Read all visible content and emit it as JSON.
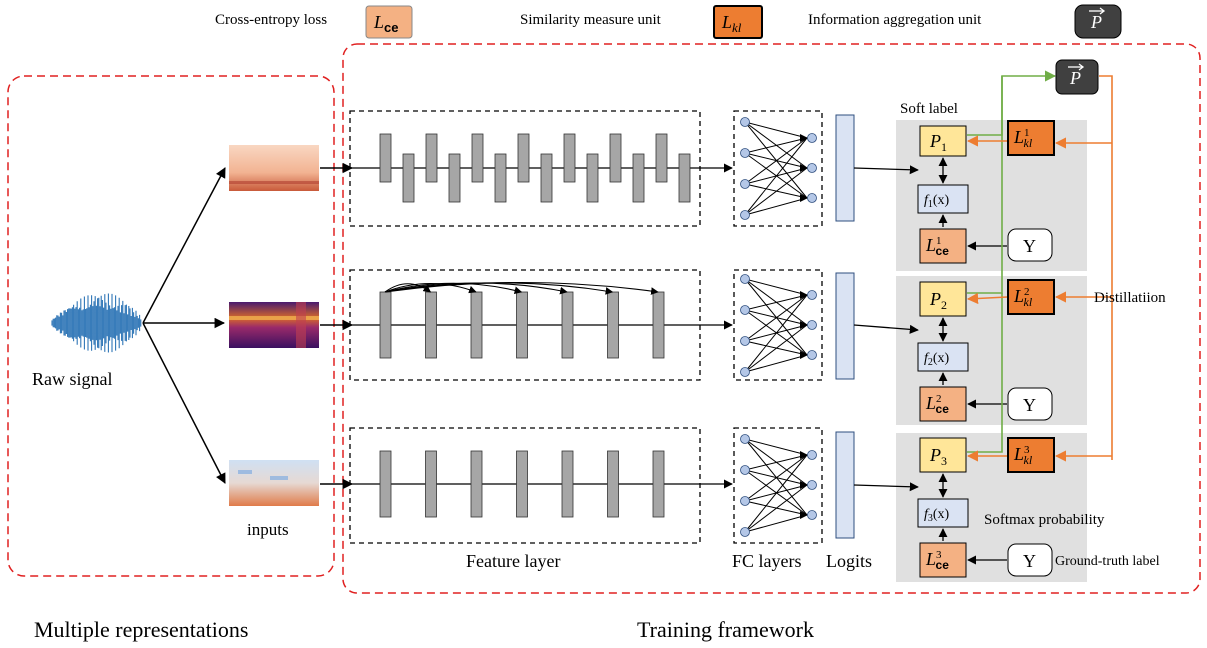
{
  "legend": {
    "ce_label": "Cross-entropy loss",
    "ce_symbol": "L",
    "ce_sub": "ce",
    "kl_label": "Similarity measure unit",
    "kl_symbol": "L",
    "kl_sub": "kl",
    "p_label": "Information aggregation unit",
    "p_symbol": "P"
  },
  "left_panel": {
    "raw_signal": "Raw signal",
    "inputs": "inputs",
    "caption": "Multiple representations"
  },
  "main_panel": {
    "feature_layer": "Feature layer",
    "fc_layers": "FC layers",
    "logits": "Logits",
    "caption": "Training framework"
  },
  "annotations": {
    "soft_label": "Soft label",
    "distillation": "Distillatiion",
    "softmax_probability": "Softmax probability",
    "ground_truth_label": "Ground-truth label"
  },
  "branches": [
    {
      "p": "P",
      "p_sub": "1",
      "f": "f",
      "f_sub": "1",
      "f_arg": "(x)",
      "ce": "L",
      "ce_sup": "1",
      "ce_sub": "ce",
      "kl": "L",
      "kl_sup": "1",
      "kl_sub": "kl",
      "y": "Y"
    },
    {
      "p": "P",
      "p_sub": "2",
      "f": "f",
      "f_sub": "2",
      "f_arg": "(x)",
      "ce": "L",
      "ce_sup": "2",
      "ce_sub": "ce",
      "kl": "L",
      "kl_sup": "2",
      "kl_sub": "kl",
      "y": "Y"
    },
    {
      "p": "P",
      "p_sub": "3",
      "f": "f",
      "f_sub": "3",
      "f_arg": "(x)",
      "ce": "L",
      "ce_sup": "3",
      "ce_sub": "ce",
      "kl": "L",
      "kl_sup": "3",
      "kl_sub": "kl",
      "y": "Y"
    }
  ],
  "aggregate": {
    "symbol": "P"
  },
  "colors": {
    "dashed_red": "#e02020",
    "ce_fill": "#f4b183",
    "kl_fill": "#ed7d31",
    "p_fill": "#ffe699",
    "f_fill": "#dae3f3",
    "aggregate_fill": "#404040",
    "gray_panel": "#e0e0e0",
    "layer_bar": "#a6a6a6",
    "logit_fill": "#dae3f3",
    "node_fill": "#b4c7e7",
    "orange_line": "#ed7d31",
    "green_line": "#70ad47",
    "waveform": "#2e75b6"
  }
}
